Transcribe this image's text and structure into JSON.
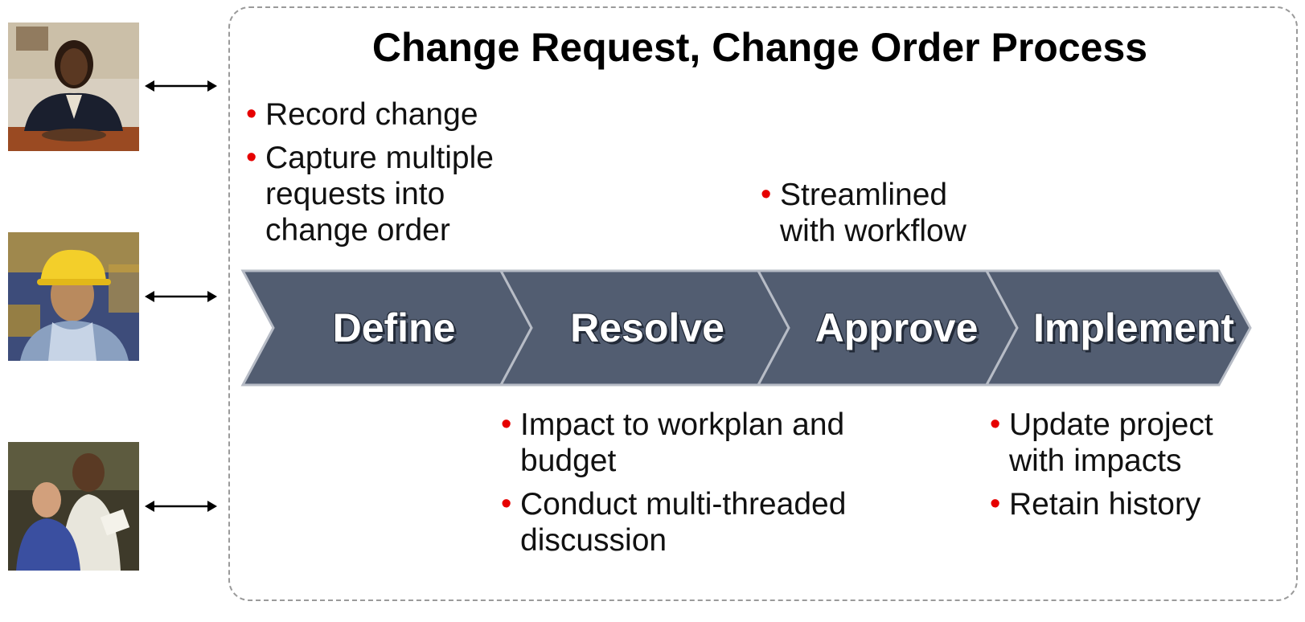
{
  "title": "Change Request, Change Order Process",
  "people": [
    {
      "icon": "businesswoman-photo"
    },
    {
      "icon": "construction-worker-photo"
    },
    {
      "icon": "workers-reviewing-plans-photo"
    }
  ],
  "stages": [
    {
      "label": "Define"
    },
    {
      "label": "Resolve"
    },
    {
      "label": "Approve"
    },
    {
      "label": "Implement"
    }
  ],
  "notes": {
    "define": [
      "Record change",
      "Capture multiple requests into change order"
    ],
    "approve": [
      "Streamlined with workflow"
    ],
    "resolve": [
      "Impact to workplan and budget",
      "Conduct multi-threaded discussion"
    ],
    "implement": [
      "Update project with impacts",
      "Retain history"
    ]
  },
  "colors": {
    "chevron_fill": "#525d71",
    "chevron_border": "#b7bcc6",
    "bullet": "#e60000",
    "frame": "#9a9a9a"
  }
}
